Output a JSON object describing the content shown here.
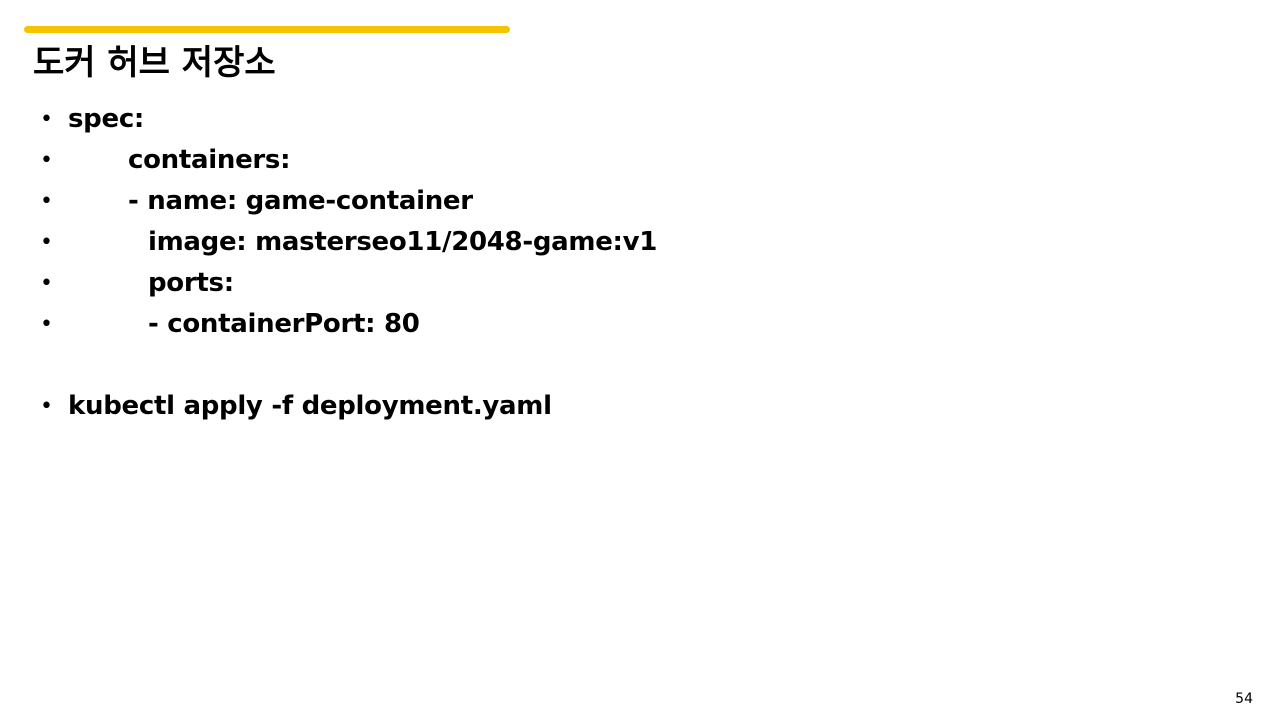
{
  "slide": {
    "accent_color": "#f5c400",
    "title": "도커 허브 저장소",
    "bullet_glyph": "•",
    "bullets": [
      {
        "text": "spec:"
      },
      {
        "text": "containers:"
      },
      {
        "text": "- name: game-container"
      },
      {
        "text": "image: masterseo11/2048-game:v1"
      },
      {
        "text": "ports:"
      },
      {
        "text": "- containerPort: 80"
      },
      {
        "text": "kubectl apply -f deployment.yaml"
      }
    ],
    "page_number": "54"
  }
}
